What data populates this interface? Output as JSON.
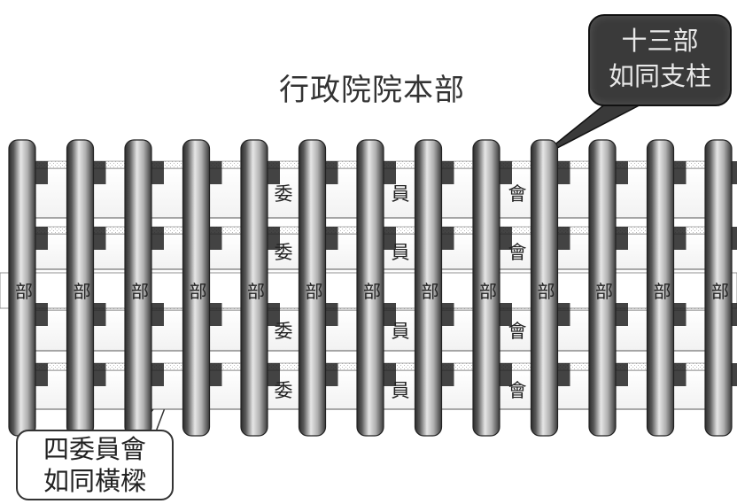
{
  "title": "行政院院本部",
  "callout_top": {
    "lines": [
      "十三部",
      "如同支柱"
    ]
  },
  "callout_bottom": {
    "lines": [
      "四委員會",
      "如同橫樑"
    ]
  },
  "beam_chars": [
    "委",
    "員",
    "會"
  ],
  "pillar_char": "部",
  "ghost_texts": [],
  "colors": {
    "pillar_dark": "#2b2b2b",
    "pillar_mid": "#8a8a8a",
    "pillar_light": "#e6e6e6",
    "beam_face": "#ffffff",
    "callout_dark_bg": "#3a3a3a"
  }
}
